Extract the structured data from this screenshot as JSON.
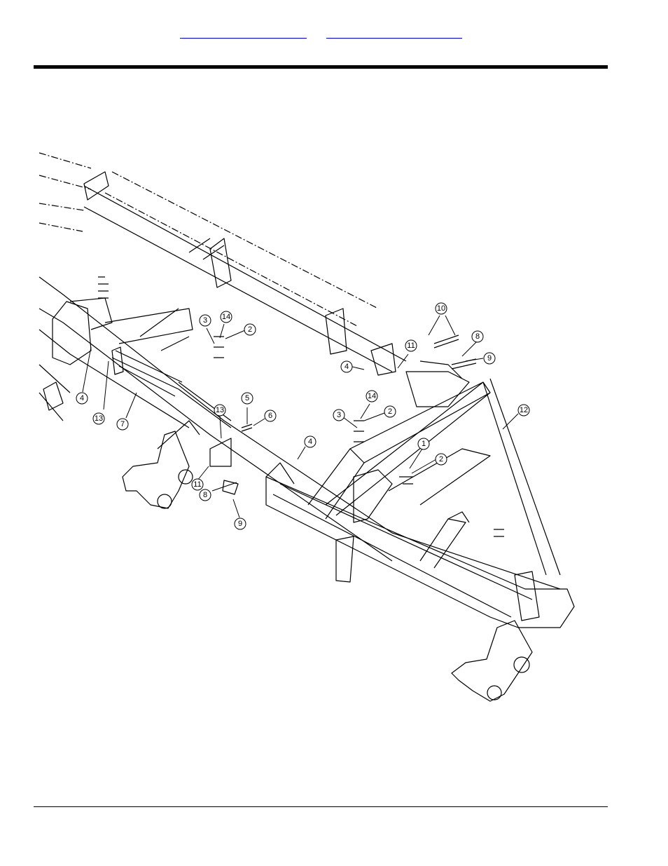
{
  "links": [
    "",
    ""
  ],
  "callouts": [
    {
      "num": "1"
    },
    {
      "num": "2"
    },
    {
      "num": "2"
    },
    {
      "num": "2"
    },
    {
      "num": "3"
    },
    {
      "num": "3"
    },
    {
      "num": "4"
    },
    {
      "num": "4"
    },
    {
      "num": "4"
    },
    {
      "num": "5"
    },
    {
      "num": "6"
    },
    {
      "num": "7"
    },
    {
      "num": "8"
    },
    {
      "num": "8"
    },
    {
      "num": "9"
    },
    {
      "num": "9"
    },
    {
      "num": "10"
    },
    {
      "num": "11"
    },
    {
      "num": "11"
    },
    {
      "num": "12"
    },
    {
      "num": "13"
    },
    {
      "num": "13"
    },
    {
      "num": "14"
    },
    {
      "num": "14"
    }
  ]
}
